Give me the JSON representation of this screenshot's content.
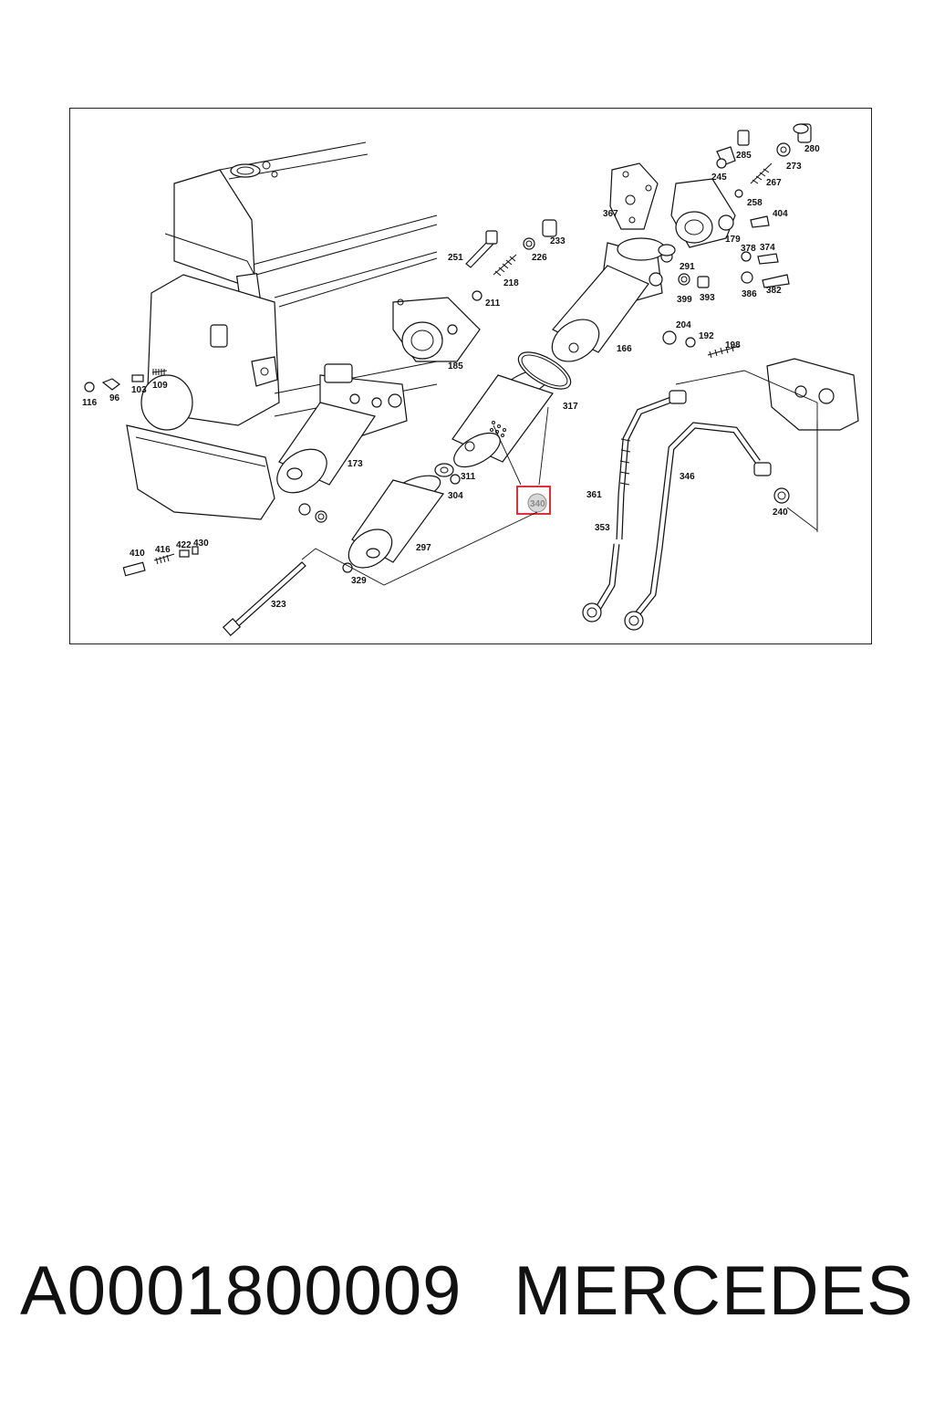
{
  "diagram": {
    "highlight_color": "#e0303a",
    "highlighted_part": "340",
    "labels": {
      "p280": "280",
      "p285": "285",
      "p273": "273",
      "p245": "245",
      "p267": "267",
      "p258": "258",
      "p404": "404",
      "p367": "367",
      "p233": "233",
      "p226": "226",
      "p251": "251",
      "p218": "218",
      "p211": "211",
      "p179": "179",
      "p378": "378",
      "p374": "374",
      "p291": "291",
      "p399": "399",
      "p393": "393",
      "p386": "386",
      "p382": "382",
      "p185": "185",
      "p166": "166",
      "p204": "204",
      "p192": "192",
      "p198": "198",
      "p116": "116",
      "p96": "96",
      "p103": "103",
      "p109": "109",
      "p317": "317",
      "p173": "173",
      "p311": "311",
      "p304": "304",
      "p340": "340",
      "p361": "361",
      "p346": "346",
      "p240": "240",
      "p353": "353",
      "p410": "410",
      "p416": "416",
      "p422": "422",
      "p430": "430",
      "p297": "297",
      "p329": "329",
      "p323": "323"
    }
  },
  "footer": {
    "part_number": "A0001800009",
    "brand": "MERCEDES"
  }
}
